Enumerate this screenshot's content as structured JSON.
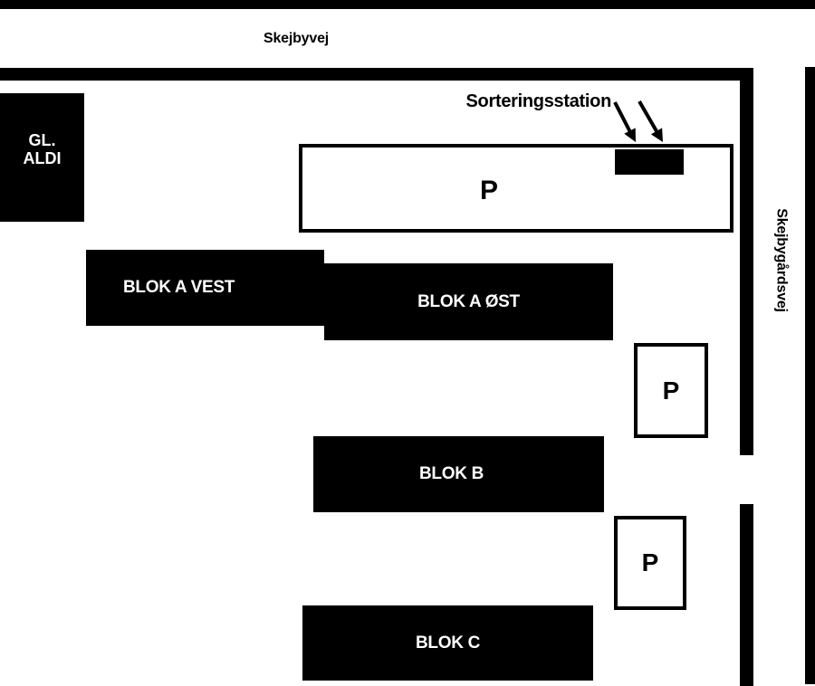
{
  "map": {
    "streets": {
      "top_label": "Skejbyvej",
      "right_label": "Skejbygårdsvej"
    },
    "annotations": {
      "sorting_station_label": "Sorteringsstation"
    },
    "buildings": {
      "old_aldi": {
        "line1": "GL.",
        "line2": "ALDI"
      },
      "blok_a_vest_label": "BLOK A VEST",
      "blok_a_ost_label": "BLOK A ØST",
      "blok_b_label": "BLOK B",
      "blok_c_label": "BLOK C"
    },
    "parking_symbol": "P",
    "colors": {
      "ink": "#000000",
      "background": "#ffffff",
      "building_text": "#ffffff"
    }
  }
}
